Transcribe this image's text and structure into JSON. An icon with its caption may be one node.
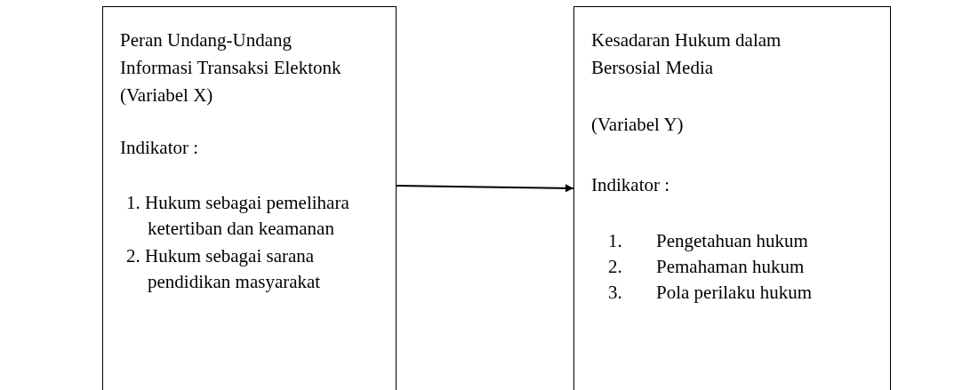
{
  "diagram": {
    "nodes": [
      {
        "text": [
          "Peran Undang-Undang Informasi Transaksi Elektonk (Variabel X)",
          "Indikator :",
          "1. Hukum sebagai pemelihara ketertiban dan keamanan",
          "2. Hukum sebagai sarana pendidikan masyarakat"
        ]
      },
      {
        "text": [
          "Kesadaran Hukum dalam Bersosial Media",
          "(Variabel Y)",
          "Indikator :",
          "1. Pengetahuan hukum",
          "2. Pemahaman hukum",
          "3. Pola perilaku hukum"
        ]
      }
    ],
    "edges": [
      {
        "from": 0,
        "to": 1,
        "arrow": "to"
      }
    ]
  }
}
